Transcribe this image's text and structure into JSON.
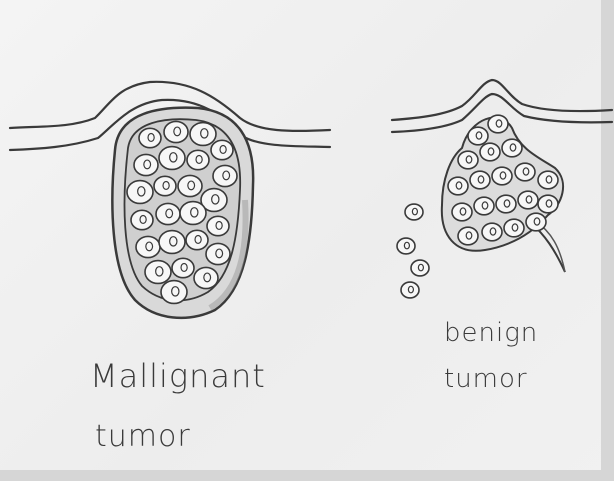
{
  "labels": {
    "malignant_line1": "Mallignant",
    "malignant_line2": "tumor",
    "benign_line1": "benign",
    "benign_line2": "tumor"
  },
  "colors": {
    "paper": "#efefef",
    "ink": "#3a3a3a",
    "shade": "#b9b9b9",
    "cell": "#f7f7f7"
  }
}
